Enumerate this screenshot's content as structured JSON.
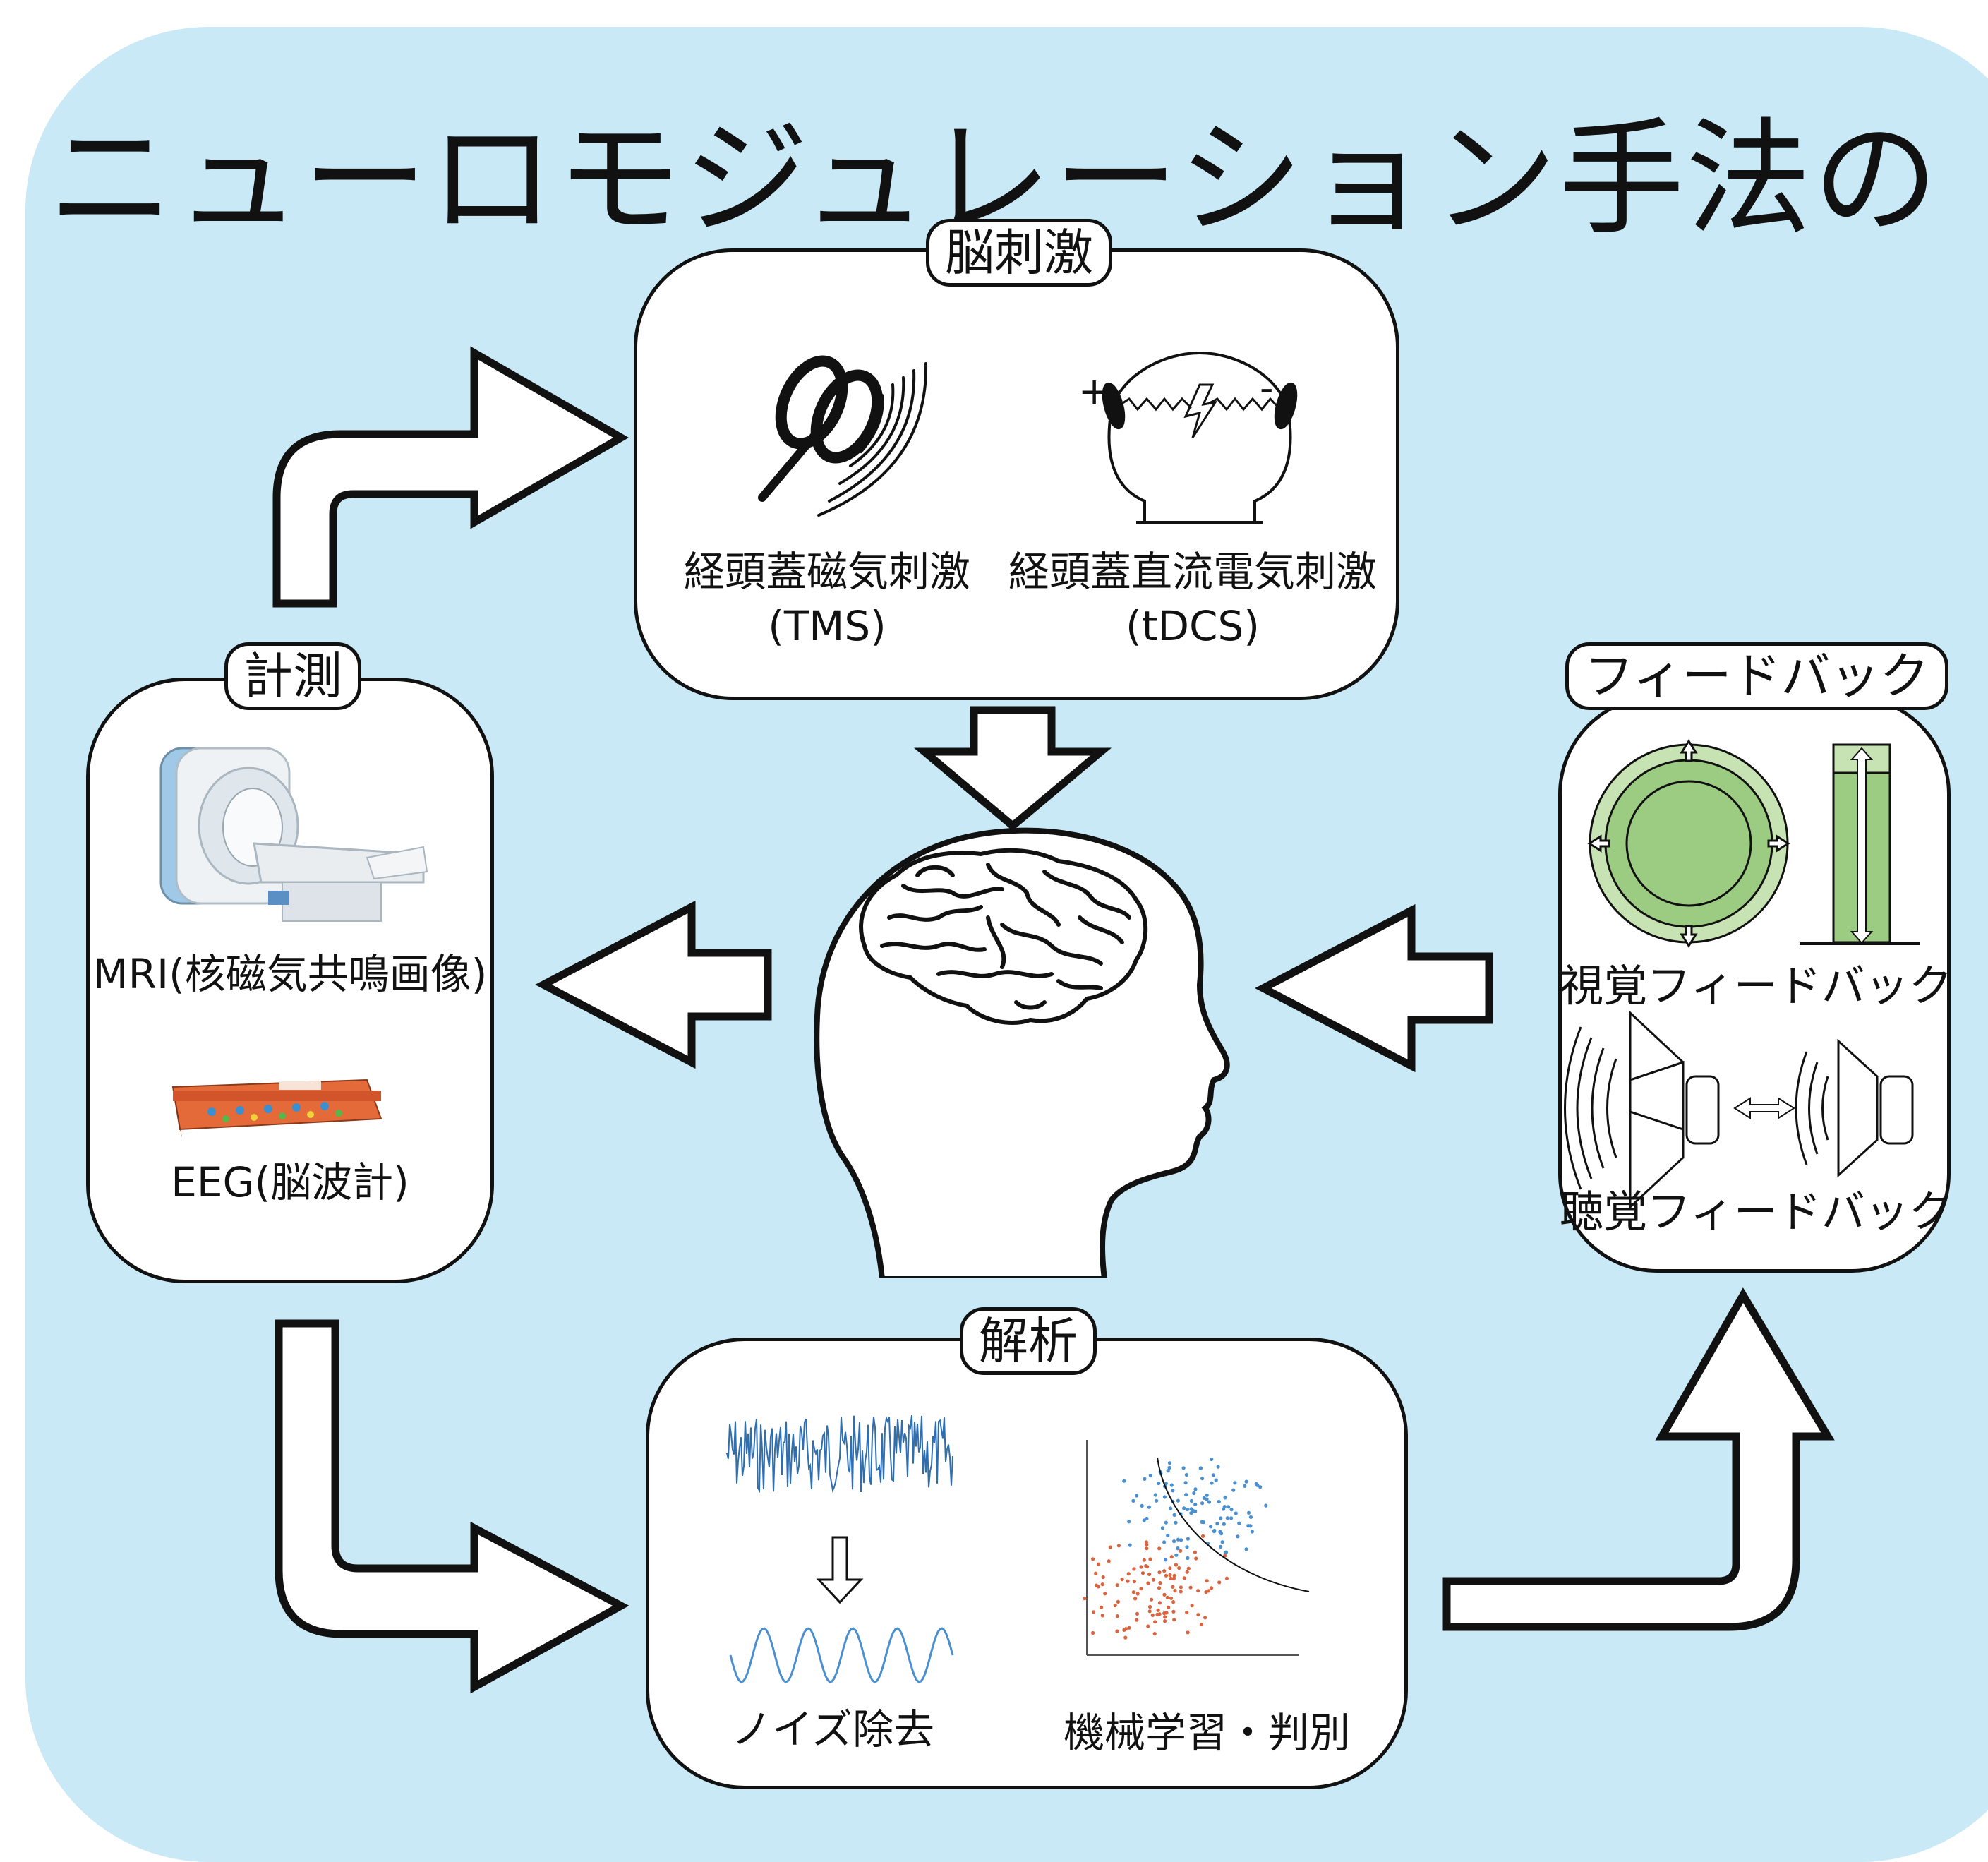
{
  "title": "ニューロモジュレーション手法の開発",
  "stimulation": {
    "tag": "脳刺激",
    "tms_label": "経頭蓋磁気刺激",
    "tms_abbr": "(TMS)",
    "tdcs_label": "経頭蓋直流電気刺激",
    "tdcs_abbr": "(tDCS)",
    "plus_sign": "+",
    "minus_sign": "-"
  },
  "measurement": {
    "tag": "計測",
    "mri_label": "MRI(核磁気共鳴画像)",
    "eeg_label": "EEG(脳波計)"
  },
  "feedback": {
    "tag": "フィードバック",
    "visual_label": "視覚フィードバック",
    "auditory_label": "聴覚フィードバック"
  },
  "analysis": {
    "tag": "解析",
    "denoise_label": "ノイズ除去",
    "ml_label": "機械学習・判別"
  },
  "colors": {
    "background": "#c8e9f5",
    "feedback_green": "#9ccc82",
    "feedback_green_light": "#c7e3b4",
    "signal_blue": "#2f6fb0",
    "cluster_red": "#d9643f",
    "cluster_blue": "#4a8fd0",
    "mri_blue": "#9fc9e6",
    "eeg_orange": "#e56a3a"
  }
}
